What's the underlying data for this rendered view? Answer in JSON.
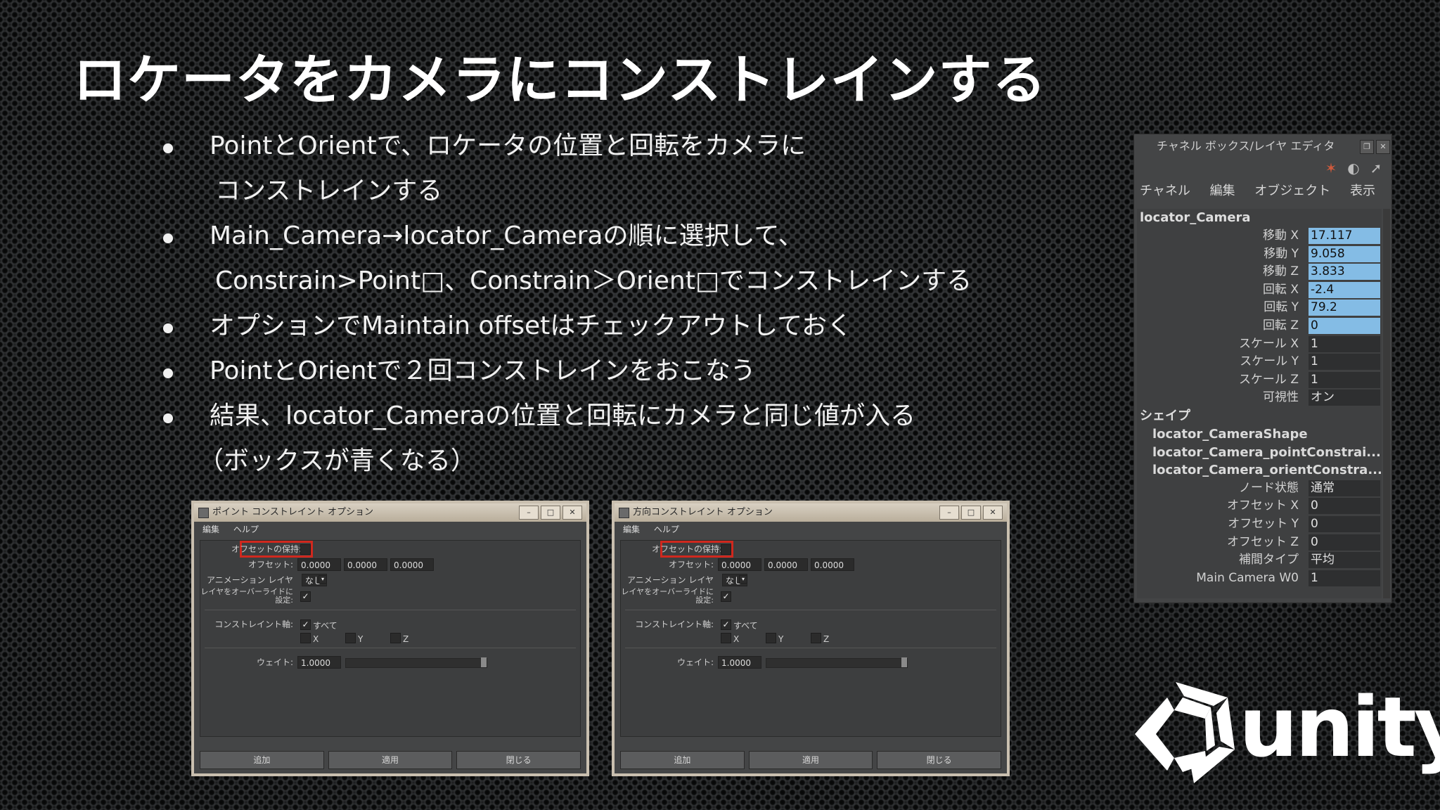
{
  "slide": {
    "title": "ロケータをカメラにコンストレインする",
    "bullets": [
      {
        "lines": [
          "PointとOrientで、ロケータの位置と回転をカメラに",
          "コンストレインする"
        ]
      },
      {
        "lines": [
          "Main_Camera→locator_Cameraの順に選択して、",
          "Constrain>Point□、Constrain＞Orient□でコンストレインする"
        ]
      },
      {
        "lines": [
          "オプションでMaintain offsetはチェックアウトしておく"
        ]
      },
      {
        "lines": [
          "PointとOrientで２回コンストレインをおこなう"
        ]
      },
      {
        "lines": [
          "結果、locator_Cameraの位置と回転にカメラと同じ値が入る"
        ]
      }
    ],
    "bullet_tail": "（ボックスが青くなる）"
  },
  "dialogs": [
    {
      "title": "ポイント コンストレイント オプション",
      "menu": [
        "編集",
        "ヘルプ"
      ],
      "maintain_offset_label": "オフセットの保持:",
      "offset_label": "オフセット:",
      "offset_values": [
        "0.0000",
        "0.0000",
        "0.0000"
      ],
      "anim_layer_label": "アニメーション レイヤ",
      "anim_layer_value": "なし",
      "override_label_1": "レイヤをオーバーライドに",
      "override_label_2": "設定:",
      "override_check": "✓",
      "axes_label": "コンストレイント軸:",
      "all_check": "✓",
      "all_label": "すべて",
      "axis_x": "X",
      "axis_y": "Y",
      "axis_z": "Z",
      "weight_label": "ウェイト:",
      "weight_value": "1.0000",
      "buttons": [
        "追加",
        "適用",
        "閉じる"
      ]
    },
    {
      "title": "方向コンストレイント オプション",
      "menu": [
        "編集",
        "ヘルプ"
      ],
      "maintain_offset_label": "オフセットの保持:",
      "offset_label": "オフセット:",
      "offset_values": [
        "0.0000",
        "0.0000",
        "0.0000"
      ],
      "anim_layer_label": "アニメーション レイヤ",
      "anim_layer_value": "なし",
      "override_label_1": "レイヤをオーバーライドに",
      "override_label_2": "設定:",
      "override_check": "✓",
      "axes_label": "コンストレイント軸:",
      "all_check": "✓",
      "all_label": "すべて",
      "axis_x": "X",
      "axis_y": "Y",
      "axis_z": "Z",
      "weight_label": "ウェイト:",
      "weight_value": "1.0000",
      "buttons": [
        "追加",
        "適用",
        "閉じる"
      ]
    }
  ],
  "channel_box": {
    "title": "チャネル ボックス/レイヤ エディタ",
    "menu": [
      "チャネル",
      "編集",
      "オブジェクト",
      "表示"
    ],
    "object_name": "locator_Camera",
    "attributes": [
      {
        "name": "移動 X",
        "value": "17.117",
        "highlight": true
      },
      {
        "name": "移動 Y",
        "value": "9.058",
        "highlight": true
      },
      {
        "name": "移動 Z",
        "value": "3.833",
        "highlight": true
      },
      {
        "name": "回転 X",
        "value": "-2.4",
        "highlight": true
      },
      {
        "name": "回転 Y",
        "value": "79.2",
        "highlight": true
      },
      {
        "name": "回転 Z",
        "value": "0",
        "highlight": true
      },
      {
        "name": "スケール X",
        "value": "1",
        "highlight": false
      },
      {
        "name": "スケール Y",
        "value": "1",
        "highlight": false
      },
      {
        "name": "スケール Z",
        "value": "1",
        "highlight": false
      },
      {
        "name": "可視性",
        "value": "オン",
        "highlight": false
      }
    ],
    "shapes_label": "シェイプ",
    "shapes": [
      "locator_CameraShape",
      "locator_Camera_pointConstrai...",
      "locator_Camera_orientConstra..."
    ],
    "constraint_attributes": [
      {
        "name": "ノード状態",
        "value": "通常"
      },
      {
        "name": "オフセット X",
        "value": "0"
      },
      {
        "name": "オフセット Y",
        "value": "0"
      },
      {
        "name": "オフセット Z",
        "value": "0"
      },
      {
        "name": "補間タイプ",
        "value": "平均"
      },
      {
        "name": "Main Camera W0",
        "value": "1"
      }
    ],
    "highlight_color": "#84bce5"
  },
  "logo": {
    "word": "unity"
  }
}
